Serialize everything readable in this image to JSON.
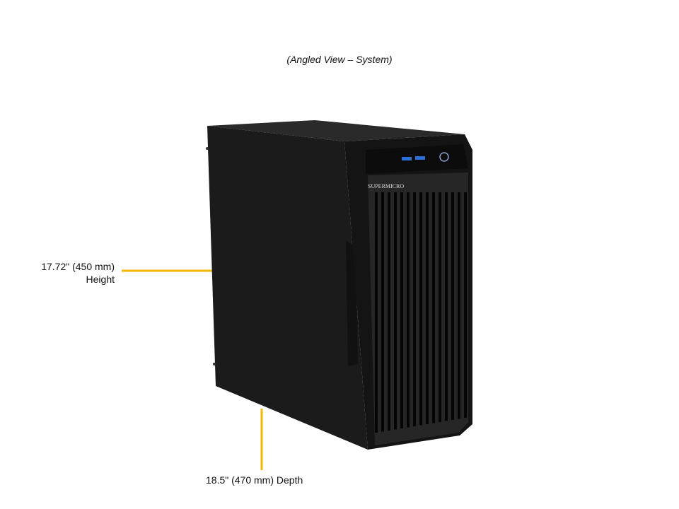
{
  "title": "(Angled View – System)",
  "height_label": {
    "value": "17.72\" (450 mm)",
    "name": "Height"
  },
  "depth_label": "18.5\" (470 mm) Depth",
  "brand": "SUPERMICRO",
  "colors": {
    "annotation_line": "#f2b705",
    "chassis": "#1a1a1a"
  }
}
